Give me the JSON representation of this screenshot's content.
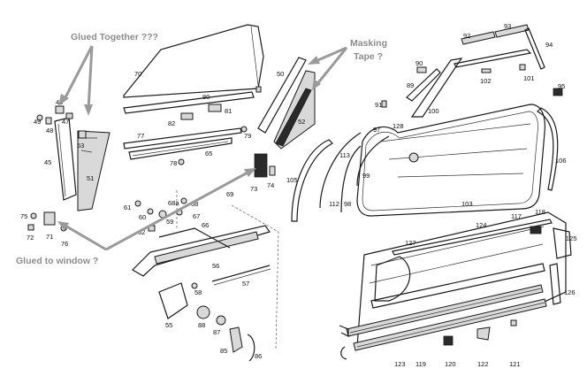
{
  "annotations": {
    "glued_together": "Glued Together ???",
    "masking_tape_line1": "Masking",
    "masking_tape_line2": "Tape ?",
    "glued_to_window": "Glued to window ?"
  },
  "part_numbers": {
    "p45": "45",
    "p46": "46",
    "p47": "47",
    "p48": "48",
    "p49": "49",
    "p50": "50",
    "p51": "51",
    "p52": "52",
    "p53": "53",
    "p55": "55",
    "p56": "56",
    "p57": "57",
    "p58": "58",
    "p59": "59",
    "p60": "60",
    "p61": "61",
    "p62": "62",
    "p65": "65",
    "p66": "66",
    "p67": "67",
    "p68": "68",
    "p68a": "68a",
    "p69": "69",
    "p70": "70",
    "p71": "71",
    "p72": "72",
    "p73": "73",
    "p74": "74",
    "p75": "75",
    "p76": "76",
    "p77": "77",
    "p78": "78",
    "p79": "79",
    "p80": "80",
    "p81": "81",
    "p82": "82",
    "p85": "85",
    "p86": "86",
    "p87": "87",
    "p88": "88",
    "p89": "89",
    "p90": "90",
    "p91": "91",
    "p92": "92",
    "p93": "93",
    "p94": "94",
    "p95": "95",
    "p97": "97",
    "p98": "98",
    "p99": "99",
    "p100": "100",
    "p101": "101",
    "p102": "102",
    "p103": "103",
    "p105": "105",
    "p106": "106",
    "p112": "112",
    "p113": "113",
    "p117": "117",
    "p118": "118",
    "p119": "119",
    "p120": "120",
    "p121": "121",
    "p122": "122",
    "p123": "123",
    "p124": "124",
    "p125": "125",
    "p126": "126",
    "p127": "127",
    "p128": "128"
  },
  "colors": {
    "annotation": "#8c8c8c",
    "lines": "#1a1a1a"
  }
}
